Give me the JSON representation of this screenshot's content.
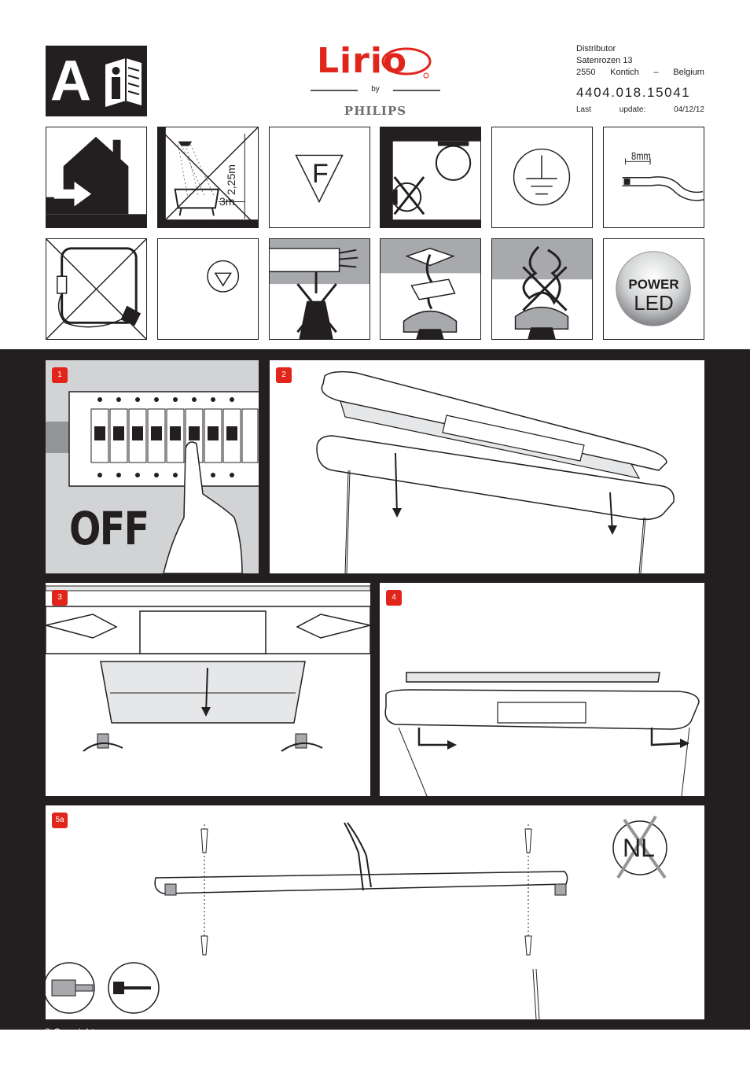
{
  "header": {
    "manual_letter": "A",
    "logo": {
      "brand": "Lirio",
      "by": "by",
      "partner": "PHILIPS"
    },
    "distributor": {
      "label": "Distributor",
      "street": "Satenrozen 13",
      "postcode": "2550",
      "city": "Kontich",
      "dash": "–",
      "country": "Belgium"
    },
    "product_code": "4404.018.15041",
    "last_label": "Last",
    "update_label": "update:",
    "update_date": "04/12/12"
  },
  "icons": {
    "bathroom_height": "2,25m",
    "bathroom_distance": "3m",
    "f_mark": "F",
    "strip_length": "8mm",
    "power_led": {
      "power": "POWER",
      "led": "LED"
    }
  },
  "steps": {
    "step1": {
      "number": "1",
      "caption": "OFF"
    },
    "step2": {
      "number": "2"
    },
    "step3": {
      "number": "3"
    },
    "step4": {
      "number": "4"
    },
    "step5a": {
      "number": "5a",
      "nl_mark": "NL"
    }
  },
  "footer": {
    "copyright": "© Copyright"
  },
  "colors": {
    "accent": "#e1251b",
    "dark": "#231f20",
    "grey": "#a7a9ac"
  }
}
